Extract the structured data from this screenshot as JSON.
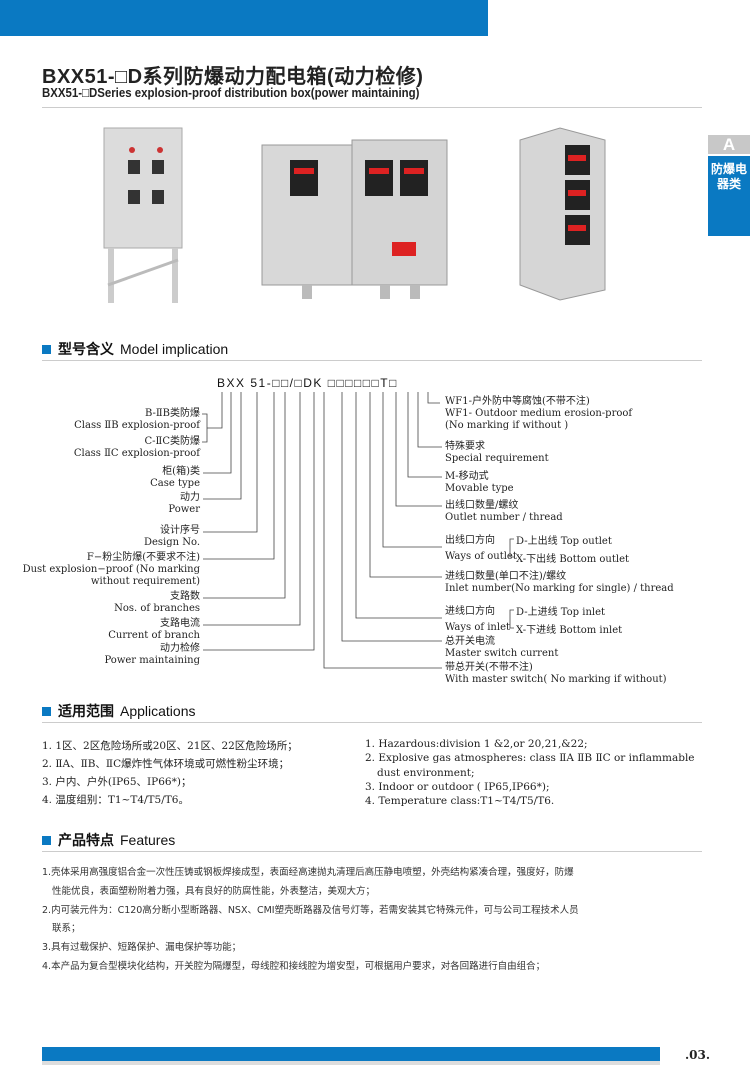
{
  "header": {
    "title": "BXX51-□D系列防爆动力配电箱(动力检修)",
    "subtitle": "BXX51-□DSeries explosion-proof distribution box(power maintaining)"
  },
  "side_tab": {
    "letter": "A",
    "label": "防爆电器类"
  },
  "model": {
    "heading_zh": "型号含义",
    "heading_en": "Model implication",
    "code": "BXX 51-□□/□DK □□□□□□T□",
    "left": [
      {
        "zh": "B-ⅡB类防爆",
        "en": "Class ⅡB  explosion-proof"
      },
      {
        "zh": "C-ⅡC类防爆",
        "en": "Class ⅡC  explosion-proof"
      },
      {
        "zh": "柜(箱)类",
        "en": "Case type"
      },
      {
        "zh": "动力",
        "en": "Power"
      },
      {
        "zh": "设计序号",
        "en": "Design No."
      },
      {
        "zh": "F−粉尘防爆(不要求不注)",
        "en": "Dust explosion−proof (No marking",
        "en2": "without requirement)"
      },
      {
        "zh": "支路数",
        "en": "Nos. of branches"
      },
      {
        "zh": "支路电流",
        "en": "Current of branch"
      },
      {
        "zh": "动力检修",
        "en": "Power maintaining"
      }
    ],
    "right": [
      {
        "zh": "WF1-户外防中等腐蚀(不带不注)",
        "en": "WF1- Outdoor medium erosion-proof",
        "en2": "(No marking  if without )"
      },
      {
        "zh": "特殊要求",
        "en": "Special requirement"
      },
      {
        "zh": "M-移动式",
        "en": "Movable type"
      },
      {
        "zh": "出线口数量/螺纹",
        "en": "Outlet number / thread"
      },
      {
        "zh": "出线口方向",
        "en": "Ways of outlet",
        "opt1": "D-上出线  Top outlet",
        "opt2": "X-下出线  Bottom  outlet"
      },
      {
        "zh": "进线口数量(单口不注)/螺纹",
        "en": "Inlet number(No marking for single) / thread"
      },
      {
        "zh": "进线口方向",
        "en": "Ways of inlet",
        "opt1": "D-上进线  Top inlet",
        "opt2": "X-下进线  Bottom  inlet"
      },
      {
        "zh": "总开关电流",
        "en": "Master switch current"
      },
      {
        "zh": "带总开关(不带不注)",
        "en": "With master switch( No marking if without)"
      }
    ]
  },
  "applications": {
    "heading_zh": "适用范围",
    "heading_en": "Applications",
    "zh": [
      "1. 1区、2区危险场所或20区、21区、22区危险场所；",
      "2. ⅡA、ⅡB、ⅡC爆炸性气体环境或可燃性粉尘环境；",
      "3. 户内、户外(IP65、IP66*)；",
      "4. 温度组别：T1~T4/T5/T6。"
    ],
    "en": [
      "1. Hazardous:division 1 &2,or 20,21,&22;",
      "2. Explosive gas atmospheres: class ⅡA ⅡB ⅡC or inflammable",
      "dust environment;",
      "3. Indoor or outdoor ( IP65,IP66*);",
      "4. Temperature class:T1~T4/T5/T6."
    ]
  },
  "features": {
    "heading_zh": "产品特点",
    "heading_en": "Features",
    "lines": [
      "1.壳体采用高强度铝合金一次性压铸或钢板焊接成型，表面经高速抛丸清理后高压静电喷塑，外壳结构紧凑合理，强度好，防爆",
      "性能优良，表面塑粉附着力强，具有良好的防腐性能，外表整洁，美观大方；",
      "2.内可装元件为：C120高分断小型断路器、NSX、CMI塑壳断路器及信号灯等，若需安装其它特殊元件，可与公司工程技术人员",
      "联系；",
      "3.具有过载保护、短路保护、漏电保护等功能；",
      "4.本产品为复合型模块化结构，开关腔为隔爆型，母线腔和接线腔为增安型，可根据用户要求，对各回路进行自由组合；"
    ]
  },
  "footer": {
    "page": ".03."
  },
  "colors": {
    "brand": "#0a79c2"
  }
}
